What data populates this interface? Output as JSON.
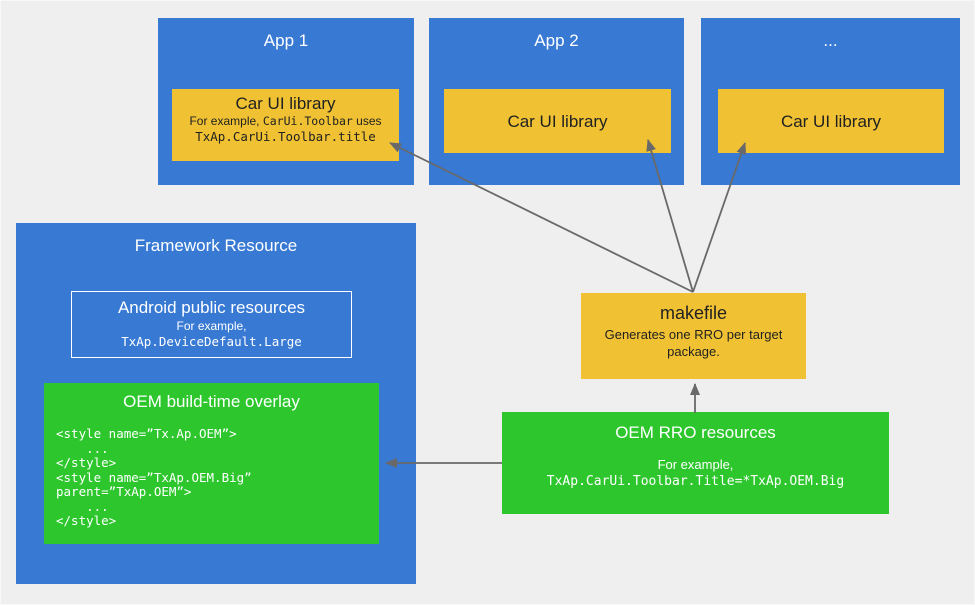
{
  "colors": {
    "blue": "#3779D3",
    "yellow": "#F0C233",
    "green": "#2DC72D",
    "arrow_gray": "#696969",
    "background": "#EFEFEF",
    "text_on_yellow": "#212121",
    "text_on_blue_green": "#FFFFFF"
  },
  "apps": [
    {
      "title": "App 1",
      "library": {
        "title": "Car UI library",
        "example_prefix": "For example, ",
        "example_inline_code": "CarUi.Toolbar",
        "example_suffix": " uses",
        "example_code": "TxAp.CarUi.Toolbar.title"
      }
    },
    {
      "title": "App 2",
      "library": {
        "title": "Car UI library"
      }
    },
    {
      "title": "...",
      "library": {
        "title": "Car UI library"
      }
    }
  ],
  "framework": {
    "title": "Framework Resource",
    "android_public_resources": {
      "title": "Android public resources",
      "example_label": "For example,",
      "example_code": "TxAp.DeviceDefault.Large"
    },
    "oem_overlay": {
      "title": "OEM build-time overlay",
      "code": "<style name=”Tx.Ap.OEM”>\n    ...\n</style>\n<style name=”TxAp.OEM.Big”\nparent=”TxAp.OEM”>\n    ...\n</style>"
    }
  },
  "makefile": {
    "title": "makefile",
    "description": "Generates one RRO per target package."
  },
  "oem_rro": {
    "title": "OEM RRO resources",
    "example_label": "For example,",
    "example_code": "TxAp.CarUi.Toolbar.Title=*TxAp.OEM.Big"
  }
}
